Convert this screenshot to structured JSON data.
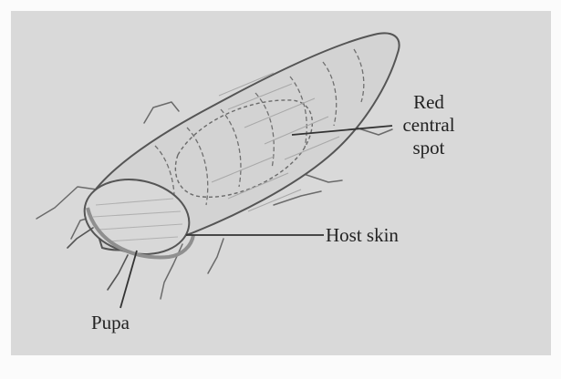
{
  "labels": {
    "red_central_spot": [
      "Red",
      "central",
      "spot"
    ],
    "host_skin": "Host skin",
    "pupa": "Pupa"
  },
  "colors": {
    "background": "#d9d9d9",
    "ink": "#4a4a4a",
    "host_skin": "#8f8f8f"
  }
}
